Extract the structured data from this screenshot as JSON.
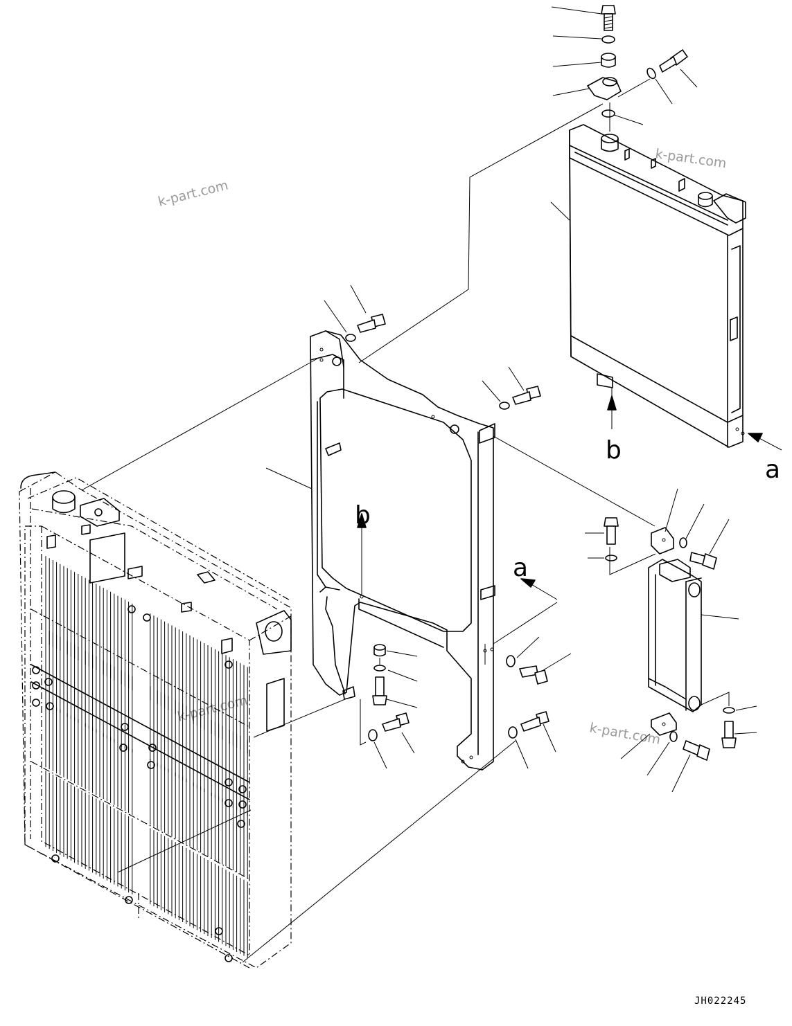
{
  "drawing_number": "JH022245",
  "watermark": "k-part.com",
  "view_labels": {
    "a": "a",
    "b": "b"
  }
}
